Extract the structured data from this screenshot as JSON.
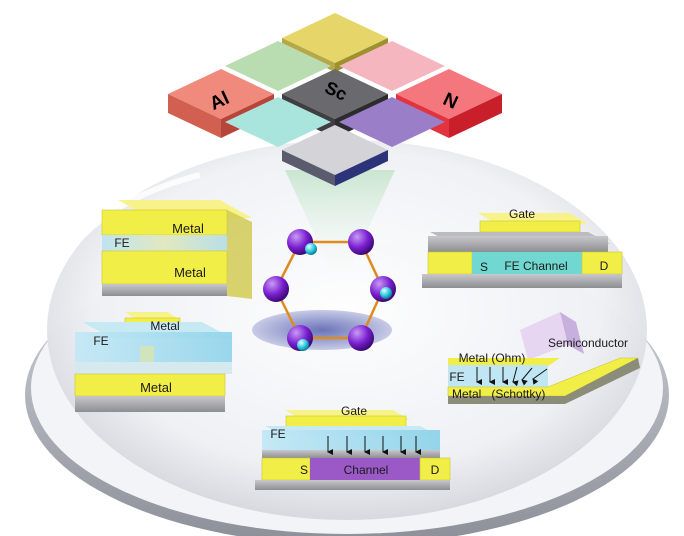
{
  "tiles": {
    "al": "Al",
    "sc": "Sc",
    "n": "N"
  },
  "devices": {
    "capacitor": {
      "top_metal": "Metal",
      "fe": "FE",
      "bottom_metal": "Metal"
    },
    "ftj": {
      "top_metal": "Metal",
      "fe": "FE",
      "bottom_metal": "Metal"
    },
    "fefet_top": {
      "gate": "Gate",
      "source": "S",
      "channel": "FE Channel",
      "drain": "D"
    },
    "schottky": {
      "ohm": "Metal (Ohm)",
      "semiconductor": "Semiconductor",
      "fe": "FE",
      "schottky": "Metal   (Schottky)"
    },
    "fefet_bottom": {
      "gate": "Gate",
      "fe": "FE",
      "source": "S",
      "channel": "Channel",
      "drain": "D"
    }
  },
  "colors": {
    "metal": "#f2ee48",
    "fe": "#a6dff0",
    "channel": "#9b59c8",
    "atom": "#7a1fd0",
    "bond": "#e08a1e"
  }
}
